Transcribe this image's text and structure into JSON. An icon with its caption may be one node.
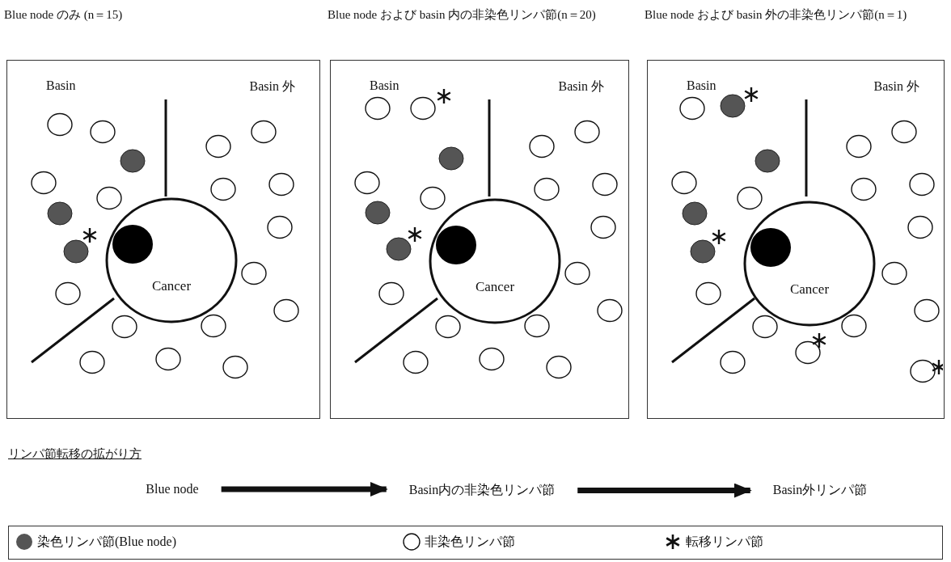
{
  "diagram": {
    "nodes": [
      {
        "text": [
          "Blue node のみ (n＝15)",
          "Basin",
          "Basin 外"
        ]
      },
      {
        "text": [
          "Cancer"
        ],
        "in": 0
      },
      {
        "text": [
          "Blue node および basin 内の非染色リンパ節(n＝20)",
          "Basin",
          "Basin 外"
        ]
      },
      {
        "text": [
          "Cancer"
        ],
        "in": 2
      },
      {
        "text": [
          "Blue node および basin 外の非染色リンパ節(n＝1)",
          "Basin",
          "Basin 外"
        ]
      },
      {
        "text": [
          "Cancer"
        ],
        "in": 4
      },
      {
        "text": [
          "Blue node"
        ]
      },
      {
        "text": [
          "Basin内の非染色リンパ節"
        ]
      },
      {
        "text": [
          "Basin外リンパ節"
        ]
      }
    ],
    "edges": [
      {
        "from": 6,
        "to": 7,
        "arrow": "to"
      },
      {
        "from": 7,
        "to": 8,
        "arrow": "to"
      }
    ],
    "labels": [
      "リンパ節転移の拡がり方"
    ],
    "legend": [
      {
        "text": "染色リンパ節(Blue node)",
        "color": "#555555"
      },
      {
        "text": "非染色リンパ節"
      },
      {
        "text": "転移リンパ節"
      }
    ]
  }
}
